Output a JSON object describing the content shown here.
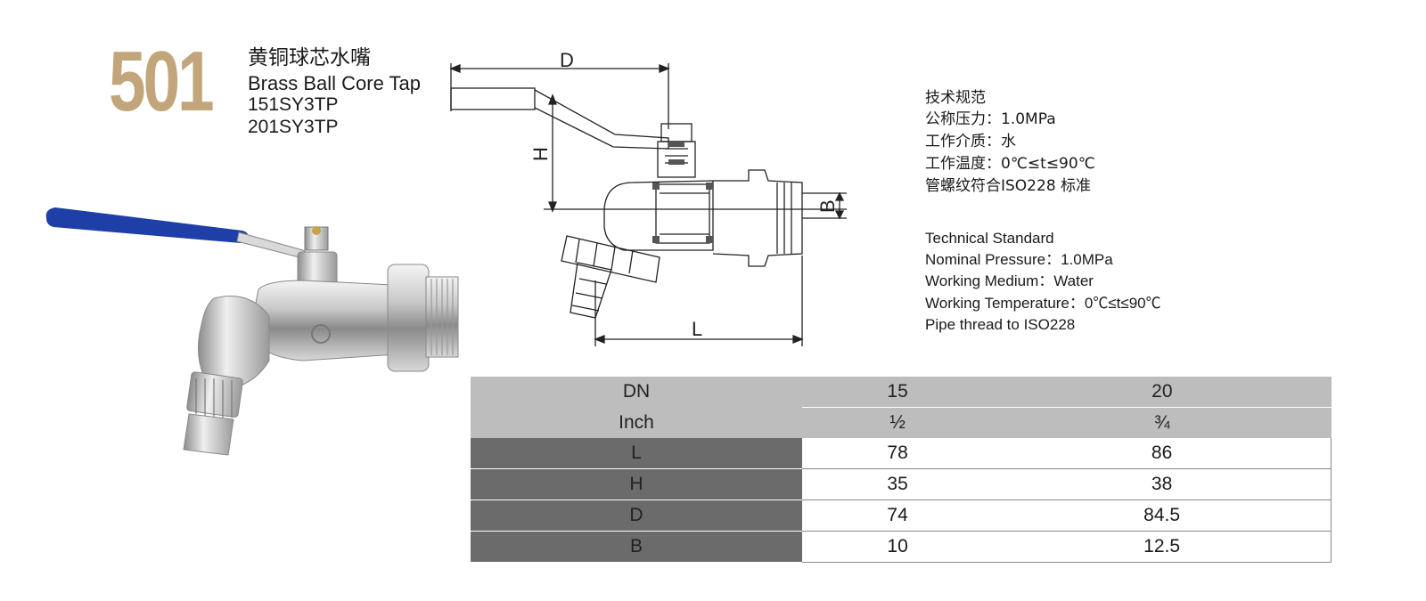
{
  "header": {
    "model_number": "501",
    "title_cn": "黄铜球芯水嘴",
    "title_en": "Brass Ball Core Tap",
    "codes": [
      "151SY3TP",
      "201SY3TP"
    ]
  },
  "drawing": {
    "dim_labels": {
      "D": "D",
      "H": "H",
      "B": "B",
      "L": "L"
    }
  },
  "spec_cn": {
    "heading": "技术规范",
    "lines": [
      "公称压力：1.0MPa",
      "工作介质：水",
      "工作温度：0℃≤t≤90℃",
      "管螺纹符合ISO228 标准"
    ]
  },
  "spec_en": {
    "heading": "Technical Standard",
    "lines": [
      "Nominal Pressure：1.0MPa",
      "Working Medium：Water",
      "Working Temperature：0℃≤t≤90℃",
      "Pipe thread to ISO228"
    ]
  },
  "table": {
    "header_rows": [
      [
        "DN",
        "15",
        "20"
      ],
      [
        "Inch",
        "½",
        "¾"
      ]
    ],
    "rows": [
      [
        "L",
        "78",
        "86"
      ],
      [
        "H",
        "35",
        "38"
      ],
      [
        "D",
        "74",
        "84.5"
      ],
      [
        "B",
        "10",
        "12.5"
      ]
    ]
  },
  "colors": {
    "model_number": "#c2a57a",
    "handle": "#1f3fa8",
    "header_bg": "#bdbdbd",
    "rowlabel_bg": "#6b6b6b"
  }
}
